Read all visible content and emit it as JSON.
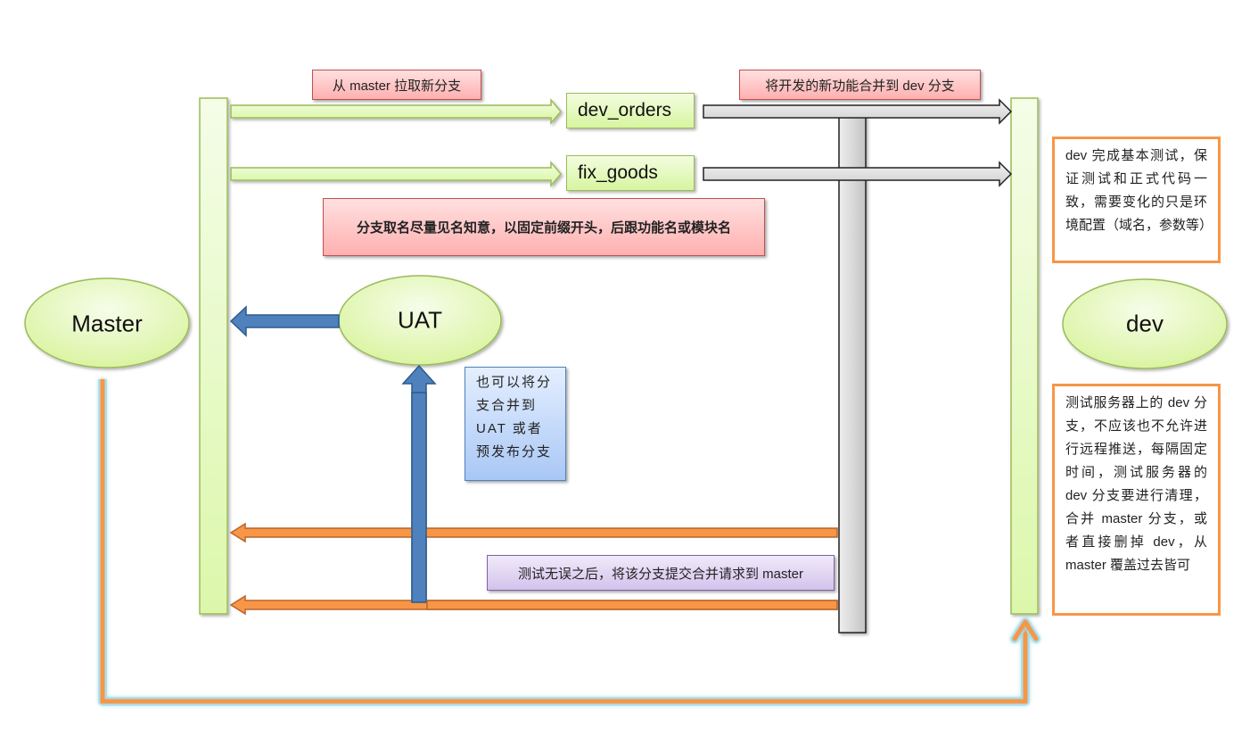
{
  "nodes": {
    "master": "Master",
    "uat": "UAT",
    "dev": "dev"
  },
  "branches": [
    {
      "name": "dev_orders"
    },
    {
      "name": "fix_goods"
    }
  ],
  "notes": {
    "pull_from_master": "从 master 拉取新分支",
    "merge_to_dev": "将开发的新功能合并到 dev 分支",
    "naming_rule": "分支取名尽量见名知意，以固定前缀开头，后跟功能名或模块名",
    "uat_merge": "也可以将分支合并到 UAT 或者预发布分支",
    "merge_request": "测试无误之后，将该分支提交合并请求到 master",
    "dev_testing": "dev 完成基本测试，保证测试和正式代码一致，需要变化的只是环境配置（域名，参数等）",
    "dev_cleanup": "测试服务器上的 dev 分支，不应该也不允许进行远程推送，每隔固定时间，测试服务器的 dev 分支要进行清理，合并 master 分支，或者直接删掉 dev，从 master 覆盖过去皆可"
  },
  "colors": {
    "green_fill": "#eaf9d4",
    "green_border": "#9bbb59",
    "gray_fill": "#d0d0d0",
    "blue_arrow": "#4f81bd",
    "orange_arrow": "#f79646",
    "glow": "#8fe3f7"
  }
}
